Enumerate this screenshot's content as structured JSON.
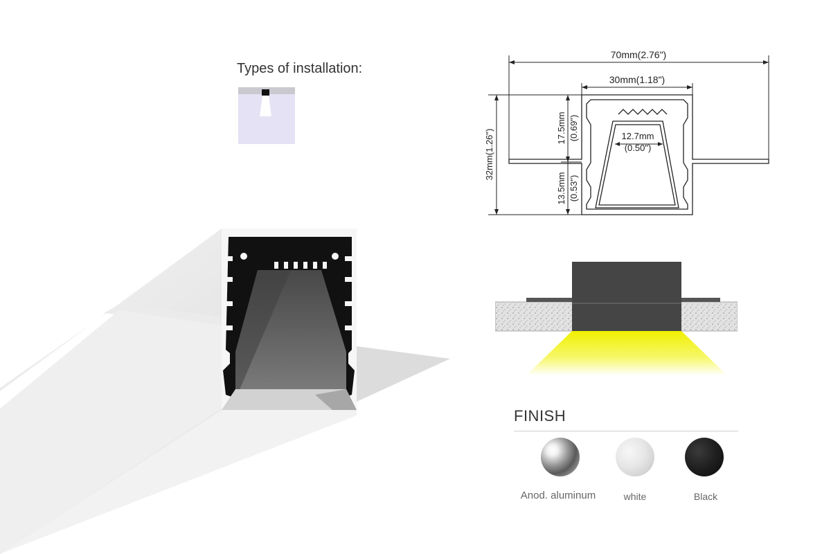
{
  "installation": {
    "title": "Types of installation:",
    "icon": "recessed-ceiling-icon"
  },
  "dimensions": {
    "overall_width": "70mm(2.76\")",
    "body_width": "30mm(1.18\")",
    "total_height": "32mm(1.26\")",
    "upper_height_mm": "17.5mm",
    "upper_height_in": "(0.69\")",
    "lower_height_mm": "13.5mm",
    "lower_height_in": "(0.53\")",
    "inner_width_mm": "12.7mm",
    "inner_width_in": "(0.50\")"
  },
  "finish": {
    "title": "FINISH",
    "options": [
      {
        "label": "Anod. aluminum",
        "color": "#9a9a9a"
      },
      {
        "label": "white",
        "color": "#e6e6e6"
      },
      {
        "label": "Black",
        "color": "#111111"
      }
    ]
  },
  "colors": {
    "light_beam": "#f5f500",
    "profile_dark": "#111111",
    "diffuser": "#5e5e5e"
  }
}
